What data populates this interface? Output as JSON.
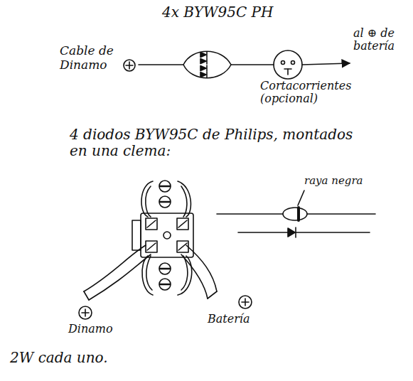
{
  "diagram": {
    "labels": [
      "4x BYW95C PH",
      "Cable de Dinamo",
      "al ⊕ de batería",
      "Cortacorrientes (opcional)",
      "4 diodos BYW95C de Philips, montados en una clema:",
      "raya negra",
      "Dinamo",
      "Batería",
      "2W cada uno."
    ]
  }
}
